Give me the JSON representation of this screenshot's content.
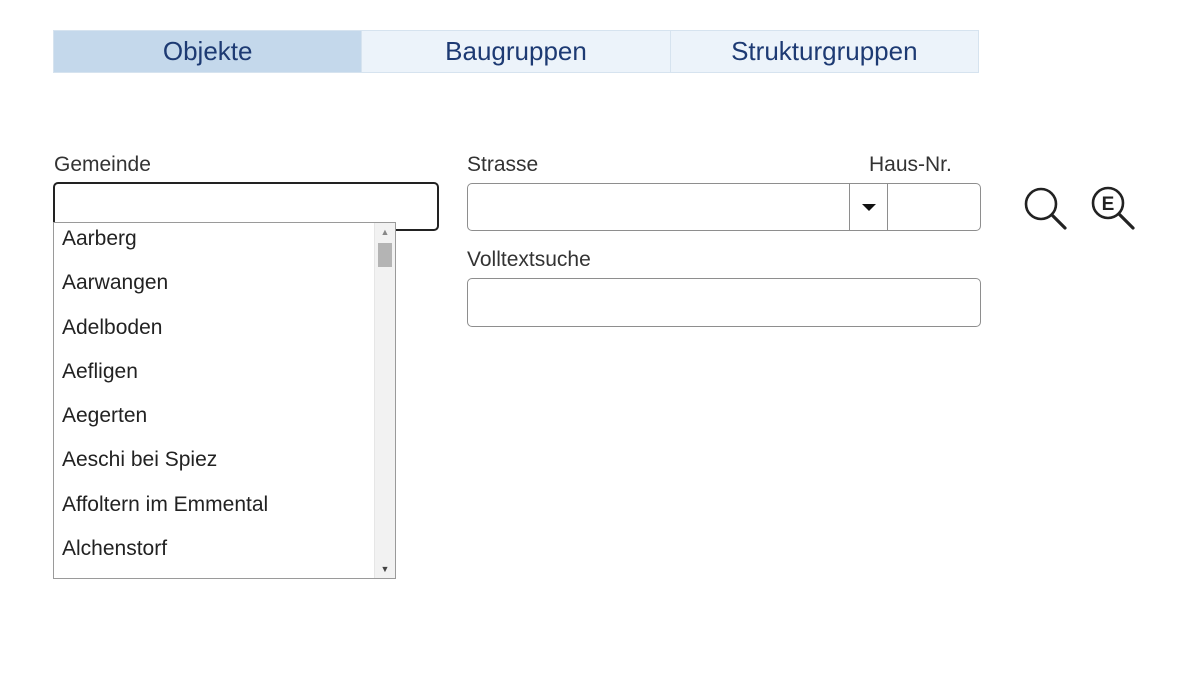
{
  "tabs": [
    {
      "label": "Objekte",
      "active": true
    },
    {
      "label": "Baugruppen",
      "active": false
    },
    {
      "label": "Strukturgruppen",
      "active": false
    }
  ],
  "form": {
    "gemeinde_label": "Gemeinde",
    "gemeinde_value": "",
    "strasse_label": "Strasse",
    "strasse_value": "",
    "hausnr_label": "Haus-Nr.",
    "hausnr_value": "",
    "volltext_label": "Volltextsuche",
    "volltext_value": ""
  },
  "gemeinde_options": [
    "Aarberg",
    "Aarwangen",
    "Adelboden",
    "Aefligen",
    "Aegerten",
    "Aeschi bei Spiez",
    "Affoltern im Emmental",
    "Alchenstorf"
  ],
  "icons": {
    "search": "search-icon",
    "extended_search": "extended-search-icon",
    "extended_search_letter": "E",
    "dropdown": "chevron-down-icon"
  },
  "colors": {
    "tab_text": "#1d3a73",
    "tab_active_bg": "#c4d8eb",
    "tab_bg": "#ecf3fa"
  }
}
